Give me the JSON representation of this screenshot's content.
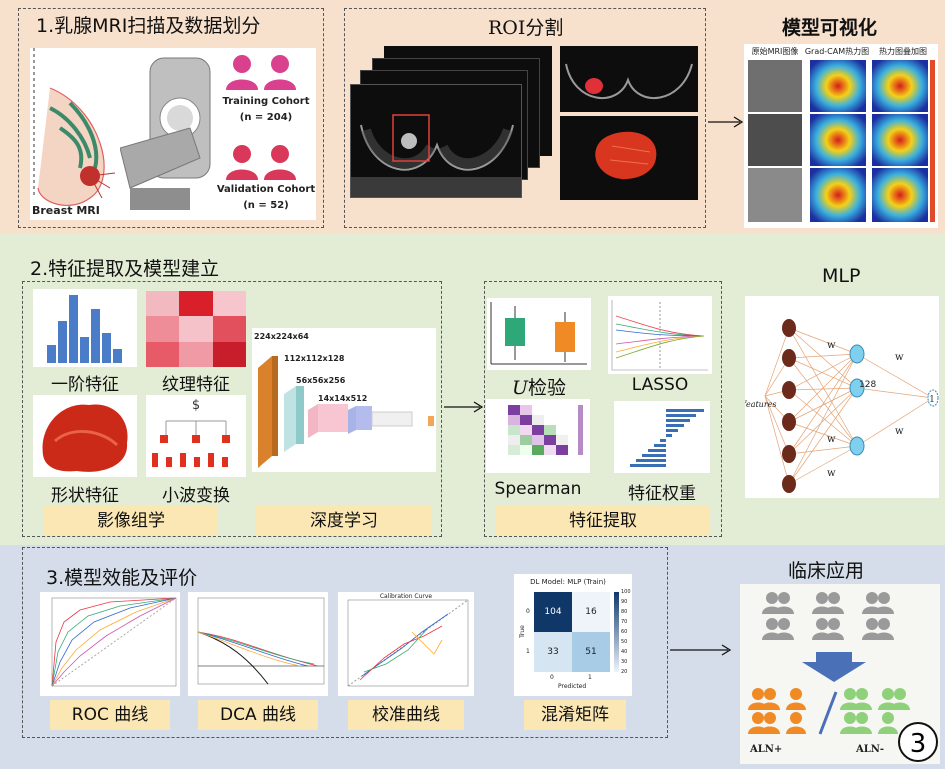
{
  "section1": {
    "title": "1.乳腺MRI扫描及数据划分",
    "breast_mri": "Breast MRI",
    "training": "Training Cohort",
    "training_n": "(n = 204)",
    "validation": "Validation Cohort",
    "validation_n": "(n = 52)",
    "roi_title": "ROI分割",
    "vis_title": "模型可视化",
    "vis_cols": [
      "原始MRI图像",
      "Grad-CAM热力图",
      "热力图叠加图"
    ]
  },
  "section2": {
    "title": "2.特征提取及模型建立",
    "first_order": "一阶特征",
    "texture": "纹理特征",
    "shape": "形状特征",
    "wavelet": "小波变换",
    "radiomics": "影像组学",
    "deep_learning": "深度学习",
    "cnn_dims": [
      "224x224x64",
      "112x112x128",
      "56x56x256",
      "14x14x512"
    ],
    "u_test": "U检验",
    "u_prefix": "U",
    "u_suffix": "检验",
    "lasso": "LASSO",
    "spearman": "Spearman",
    "feature_weight": "特征权重",
    "feature_extract": "特征提取",
    "mlp_title": "MLP",
    "mlp_features": "features",
    "mlp_128": "128",
    "mlp_w1": "w",
    "mlp_w2": "w"
  },
  "section3": {
    "title": "3.模型效能及评价",
    "roc": "ROC 曲线",
    "dca": "DCA 曲线",
    "calibration": "校准曲线",
    "confusion": "混淆矩阵",
    "cm_title": "DL Model: MLP (Train)",
    "cm_values": [
      "104",
      "16",
      "33",
      "51"
    ],
    "cm_xlabel": "Predicted",
    "cm_ylabel": "True",
    "cm_ticks": [
      "0",
      "1"
    ],
    "cm_scale": [
      "100",
      "90",
      "80",
      "70",
      "60",
      "50",
      "40",
      "30",
      "20"
    ],
    "calib_title": "Calibration Curve",
    "clinical_title": "临床应用",
    "aln_pos": "ALN+",
    "aln_neg": "ALN-",
    "badge": "3"
  },
  "colors": {
    "band1": "#f7e0cc",
    "band2": "#e3edd5",
    "band3": "#d4dde9",
    "pill": "#fbe7b3",
    "person_red": "#d9385a",
    "person_pink": "#d9408e",
    "cnn_orange": "#d9822b",
    "mlp_node_brown": "#6b2a1a",
    "mlp_node_blue": "#7fd0ef",
    "orange_person": "#f08a24",
    "green_person": "#8fd17a",
    "grey_person": "#9a9a9a",
    "arrow_blue": "#4a70b8"
  }
}
